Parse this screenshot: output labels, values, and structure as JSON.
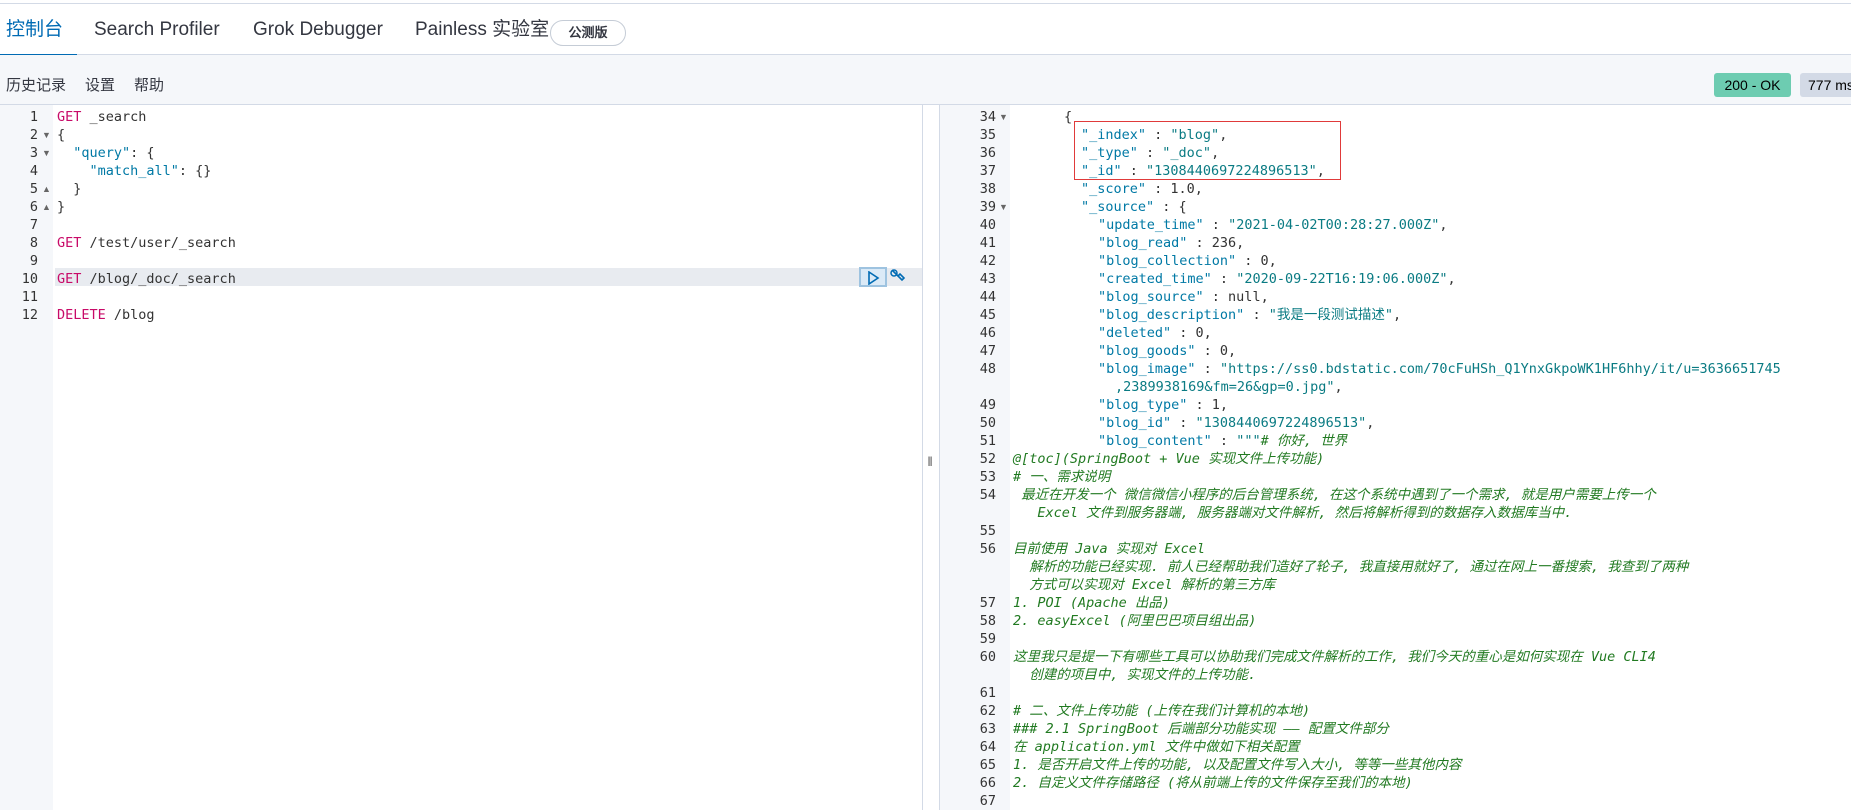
{
  "tabs": [
    {
      "label": "控制台"
    },
    {
      "label": "Search Profiler"
    },
    {
      "label": "Grok Debugger"
    },
    {
      "label": "Painless 实验室"
    }
  ],
  "beta_badge": "公测版",
  "toolbar": {
    "history": "历史记录",
    "settings": "设置",
    "help": "帮助"
  },
  "status": {
    "code": "200 - OK",
    "time": "777 ms"
  },
  "request_editor": {
    "lines": [
      {
        "n": "1",
        "parts": [
          [
            "kw",
            "GET"
          ],
          [
            "path",
            " _search"
          ]
        ]
      },
      {
        "n": "2",
        "parts": [
          [
            "path",
            "{"
          ]
        ]
      },
      {
        "n": "3",
        "parts": [
          [
            "path",
            "  "
          ],
          [
            "key",
            "\"query\""
          ],
          [
            "path",
            ": {"
          ]
        ]
      },
      {
        "n": "4",
        "parts": [
          [
            "path",
            "    "
          ],
          [
            "key",
            "\"match_all\""
          ],
          [
            "path",
            ": {}"
          ]
        ]
      },
      {
        "n": "5",
        "parts": [
          [
            "path",
            "  }"
          ]
        ]
      },
      {
        "n": "6",
        "parts": [
          [
            "path",
            "}"
          ]
        ]
      },
      {
        "n": "7",
        "parts": []
      },
      {
        "n": "8",
        "parts": [
          [
            "kw",
            "GET"
          ],
          [
            "path",
            " /test/user/_search"
          ]
        ]
      },
      {
        "n": "9",
        "parts": []
      },
      {
        "n": "10",
        "parts": [
          [
            "kw",
            "GET"
          ],
          [
            "path",
            " /blog/_doc/_search"
          ]
        ]
      },
      {
        "n": "11",
        "parts": []
      },
      {
        "n": "12",
        "parts": [
          [
            "kw",
            "DELETE"
          ],
          [
            "path",
            " /blog"
          ]
        ]
      }
    ]
  },
  "response_editor": {
    "lines": [
      {
        "n": "34",
        "parts": [
          [
            "path",
            "{"
          ]
        ],
        "indent": 3
      },
      {
        "n": "35",
        "parts": [
          [
            "key",
            "\"_index\""
          ],
          [
            "path",
            " : "
          ],
          [
            "str",
            "\"blog\""
          ],
          [
            "path",
            ","
          ]
        ],
        "indent": 4
      },
      {
        "n": "36",
        "parts": [
          [
            "key",
            "\"_type\""
          ],
          [
            "path",
            " : "
          ],
          [
            "str",
            "\"_doc\""
          ],
          [
            "path",
            ","
          ]
        ],
        "indent": 4
      },
      {
        "n": "37",
        "parts": [
          [
            "key",
            "\"_id\""
          ],
          [
            "path",
            " : "
          ],
          [
            "str",
            "\"1308440697224896513\""
          ],
          [
            "path",
            ","
          ]
        ],
        "indent": 4
      },
      {
        "n": "38",
        "parts": [
          [
            "key",
            "\"_score\""
          ],
          [
            "path",
            " : 1.0,"
          ]
        ],
        "indent": 4
      },
      {
        "n": "39",
        "parts": [
          [
            "key",
            "\"_source\""
          ],
          [
            "path",
            " : {"
          ]
        ],
        "indent": 4
      },
      {
        "n": "40",
        "parts": [
          [
            "key",
            "\"update_time\""
          ],
          [
            "path",
            " : "
          ],
          [
            "str",
            "\"2021-04-02T00:28:27.000Z\""
          ],
          [
            "path",
            ","
          ]
        ],
        "indent": 5
      },
      {
        "n": "41",
        "parts": [
          [
            "key",
            "\"blog_read\""
          ],
          [
            "path",
            " : 236,"
          ]
        ],
        "indent": 5
      },
      {
        "n": "42",
        "parts": [
          [
            "key",
            "\"blog_collection\""
          ],
          [
            "path",
            " : 0,"
          ]
        ],
        "indent": 5
      },
      {
        "n": "43",
        "parts": [
          [
            "key",
            "\"created_time\""
          ],
          [
            "path",
            " : "
          ],
          [
            "str",
            "\"2020-09-22T16:19:06.000Z\""
          ],
          [
            "path",
            ","
          ]
        ],
        "indent": 5
      },
      {
        "n": "44",
        "parts": [
          [
            "key",
            "\"blog_source\""
          ],
          [
            "path",
            " : null,"
          ]
        ],
        "indent": 5
      },
      {
        "n": "45",
        "parts": [
          [
            "key",
            "\"blog_description\""
          ],
          [
            "path",
            " : "
          ],
          [
            "str",
            "\"我是一段测试描述\""
          ],
          [
            "path",
            ","
          ]
        ],
        "indent": 5
      },
      {
        "n": "46",
        "parts": [
          [
            "key",
            "\"deleted\""
          ],
          [
            "path",
            " : 0,"
          ]
        ],
        "indent": 5
      },
      {
        "n": "47",
        "parts": [
          [
            "key",
            "\"blog_goods\""
          ],
          [
            "path",
            " : 0,"
          ]
        ],
        "indent": 5
      },
      {
        "n": "48",
        "parts": [
          [
            "key",
            "\"blog_image\""
          ],
          [
            "path",
            " : "
          ],
          [
            "str",
            "\"https://ss0.bdstatic.com/70cFuHSh_Q1YnxGkpoWK1HF6hhy/it/u=3636651745"
          ]
        ],
        "indent": 5
      },
      {
        "n": "",
        "parts": [
          [
            "str",
            ",2389938169&fm=26&gp=0.jpg\""
          ],
          [
            "path",
            ","
          ]
        ],
        "indent": 6
      },
      {
        "n": "49",
        "parts": [
          [
            "key",
            "\"blog_type\""
          ],
          [
            "path",
            " : 1,"
          ]
        ],
        "indent": 5
      },
      {
        "n": "50",
        "parts": [
          [
            "key",
            "\"blog_id\""
          ],
          [
            "path",
            " : "
          ],
          [
            "str",
            "\"1308440697224896513\""
          ],
          [
            "path",
            ","
          ]
        ],
        "indent": 5
      },
      {
        "n": "51",
        "parts": [
          [
            "key",
            "\"blog_content\""
          ],
          [
            "path",
            " : "
          ],
          [
            "str",
            "\"\"\""
          ],
          [
            "md",
            "# 你好, 世界"
          ]
        ],
        "indent": 5
      },
      {
        "n": "52",
        "parts": [
          [
            "md",
            "@[toc](SpringBoot + Vue 实现文件上传功能)"
          ]
        ],
        "indent": 0
      },
      {
        "n": "53",
        "parts": [
          [
            "md",
            "# 一、需求说明"
          ]
        ],
        "indent": 0
      },
      {
        "n": "54",
        "parts": [
          [
            "md",
            " 最近在开发一个 微信微信小程序的后台管理系统, 在这个系统中遇到了一个需求, 就是用户需要上传一个"
          ]
        ],
        "indent": 0
      },
      {
        "n": "",
        "parts": [
          [
            "md",
            "   Excel 文件到服务器端, 服务器端对文件解析, 然后将解析得到的数据存入数据库当中."
          ]
        ],
        "indent": 0
      },
      {
        "n": "55",
        "parts": [],
        "indent": 0
      },
      {
        "n": "56",
        "parts": [
          [
            "md",
            "目前使用 Java 实现对 Excel"
          ]
        ],
        "indent": 0
      },
      {
        "n": "",
        "parts": [
          [
            "md",
            "  解析的功能已经实现. 前人已经帮助我们造好了轮子, 我直接用就好了, 通过在网上一番搜索, 我查到了两种"
          ]
        ],
        "indent": 0
      },
      {
        "n": "",
        "parts": [
          [
            "md",
            "  方式可以实现对 Excel 解析的第三方库"
          ]
        ],
        "indent": 0
      },
      {
        "n": "57",
        "parts": [
          [
            "md",
            "1. POI (Apache 出品)"
          ]
        ],
        "indent": 0
      },
      {
        "n": "58",
        "parts": [
          [
            "md",
            "2. easyExcel (阿里巴巴项目组出品)"
          ]
        ],
        "indent": 0
      },
      {
        "n": "59",
        "parts": [],
        "indent": 0
      },
      {
        "n": "60",
        "parts": [
          [
            "md",
            "这里我只是提一下有哪些工具可以协助我们完成文件解析的工作, 我们今天的重心是如何实现在 Vue CLI4"
          ]
        ],
        "indent": 0
      },
      {
        "n": "",
        "parts": [
          [
            "md",
            "  创建的项目中, 实现文件的上传功能."
          ]
        ],
        "indent": 0
      },
      {
        "n": "61",
        "parts": [],
        "indent": 0
      },
      {
        "n": "62",
        "parts": [
          [
            "md",
            "# 二、文件上传功能 (上传在我们计算机的本地)"
          ]
        ],
        "indent": 0
      },
      {
        "n": "63",
        "parts": [
          [
            "md",
            "### 2.1 SpringBoot 后端部分功能实现 —— 配置文件部分"
          ]
        ],
        "indent": 0
      },
      {
        "n": "64",
        "parts": [
          [
            "md",
            "在 application.yml 文件中做如下相关配置"
          ]
        ],
        "indent": 0
      },
      {
        "n": "65",
        "parts": [
          [
            "md",
            "1. 是否开启文件上传的功能, 以及配置文件写入大小, 等等一些其他内容"
          ]
        ],
        "indent": 0
      },
      {
        "n": "66",
        "parts": [
          [
            "md",
            "2. 自定义文件存储路径 (将从前端上传的文件保存至我们的本地)"
          ]
        ],
        "indent": 0
      },
      {
        "n": "67",
        "parts": [],
        "indent": 0
      }
    ]
  }
}
